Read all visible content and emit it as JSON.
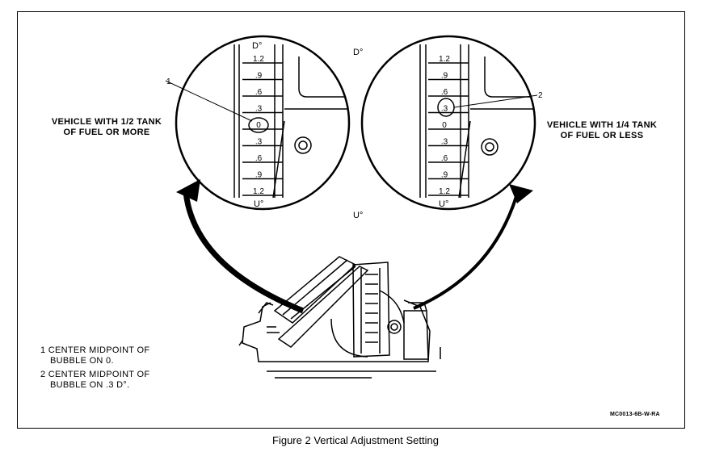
{
  "labels": {
    "left_vehicle": [
      "VEHICLE WITH 1/2 TANK",
      "OF FUEL OR MORE"
    ],
    "right_vehicle": [
      "VEHICLE WITH 1/4 TANK",
      "OF FUEL OR LESS"
    ],
    "d_top": "D°",
    "u_bottom": "U°",
    "callout_1": "1",
    "callout_2": "2"
  },
  "scale_left": [
    "1.2",
    ".9",
    ".6",
    ".3",
    "0",
    ".3",
    ".6",
    ".9",
    "1.2"
  ],
  "scale_right": [
    "1.2",
    ".9",
    ".6",
    ".3",
    "0",
    ".3",
    ".6",
    ".9",
    "1.2"
  ],
  "notes": [
    [
      "1  CENTER MIDPOINT OF",
      "   BUBBLE ON 0."
    ],
    [
      "2  CENTER MIDPOINT OF",
      "   BUBBLE ON .3 D°."
    ]
  ],
  "figure_code": "MC0013-6B-W-RA",
  "caption": "Figure 2 Vertical Adjustment Setting"
}
